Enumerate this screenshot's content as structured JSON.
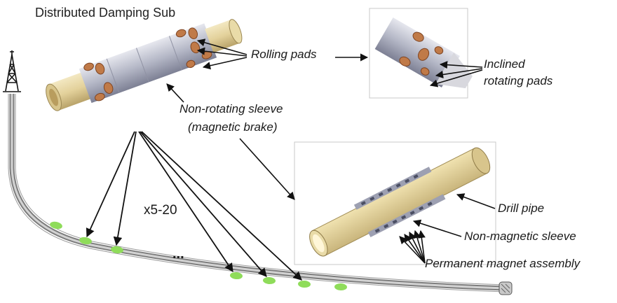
{
  "title": "Distributed Damping Sub",
  "labels": {
    "rolling_pads": "Rolling pads",
    "inclined_1": "Inclined",
    "inclined_2": "rotating pads",
    "sleeve_1": "Non-rotating sleeve",
    "sleeve_2": "(magnetic brake)",
    "multiplier": "x5-20",
    "ellipsis": "...",
    "drill_pipe": "Drill pipe",
    "nonmag_sleeve": "Non-magnetic sleeve",
    "magnet_assembly": "Permanent magnet assembly"
  },
  "colors": {
    "pipe_tan": "#e8d9a6",
    "sleeve_gray": "#b9bcc9",
    "pad_copper": "#c07a48",
    "sub_green": "#8fdc5a",
    "wellbore_gray": "#9a9a9a"
  }
}
